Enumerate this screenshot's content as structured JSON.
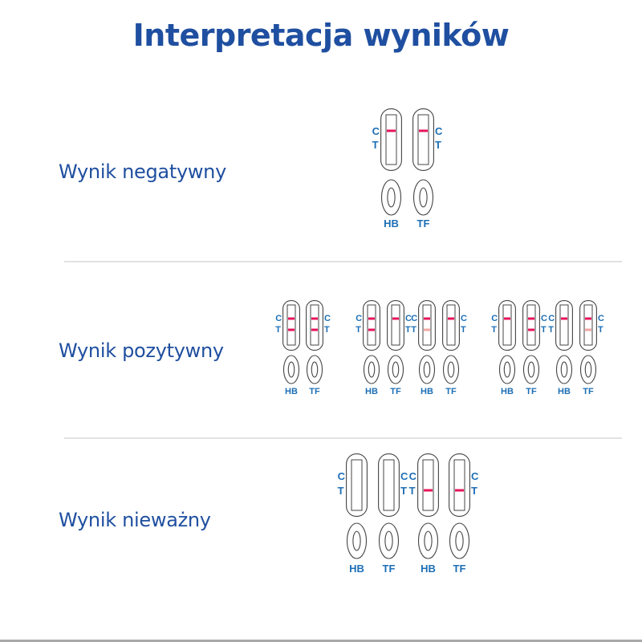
{
  "title": "Interpretacja wyników",
  "colors": {
    "heading": "#1f4fa0",
    "marker_text": "#1d6fb5",
    "line_strong": "#e8145a",
    "line_faint": "#f2a7a0",
    "outline": "#444444",
    "divider": "#e2e2e2"
  },
  "legend": {
    "control_marker": "C",
    "test_marker": "T",
    "device_hb": "HB",
    "device_tf": "TF"
  },
  "rows": [
    {
      "label": "Wynik negatywny",
      "groups": [
        {
          "devices": [
            {
              "name": "HB",
              "C": "strong",
              "T": "none"
            },
            {
              "name": "TF",
              "C": "strong",
              "T": "none"
            }
          ]
        }
      ]
    },
    {
      "label": "Wynik pozytywny",
      "groups": [
        {
          "devices": [
            {
              "name": "HB",
              "C": "strong",
              "T": "strong"
            },
            {
              "name": "TF",
              "C": "strong",
              "T": "strong"
            }
          ]
        },
        {
          "devices": [
            {
              "name": "HB",
              "C": "strong",
              "T": "strong"
            },
            {
              "name": "TF",
              "C": "strong",
              "T": "none"
            },
            {
              "name": "HB",
              "C": "strong",
              "T": "faint"
            },
            {
              "name": "TF",
              "C": "strong",
              "T": "none"
            }
          ]
        },
        {
          "devices": [
            {
              "name": "HB",
              "C": "strong",
              "T": "none"
            },
            {
              "name": "TF",
              "C": "strong",
              "T": "strong"
            },
            {
              "name": "HB",
              "C": "strong",
              "T": "none"
            },
            {
              "name": "TF",
              "C": "strong",
              "T": "faint"
            }
          ]
        }
      ]
    },
    {
      "label": "Wynik nieważny",
      "groups": [
        {
          "devices": [
            {
              "name": "HB",
              "C": "none",
              "T": "none"
            },
            {
              "name": "TF",
              "C": "none",
              "T": "none"
            },
            {
              "name": "HB",
              "C": "none",
              "T": "strong"
            },
            {
              "name": "TF",
              "C": "none",
              "T": "strong"
            }
          ]
        }
      ]
    }
  ]
}
